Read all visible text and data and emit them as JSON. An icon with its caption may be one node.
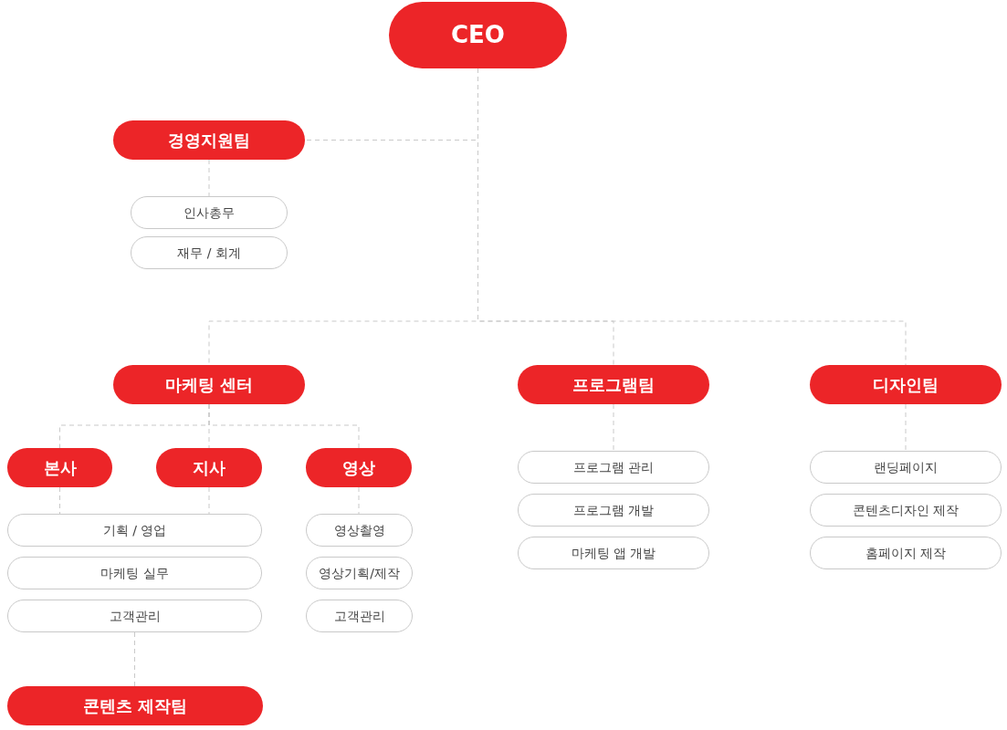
{
  "diagram": {
    "nodes": [
      {
        "text": [
          "CEO"
        ]
      },
      {
        "text": [
          "경영지원팀"
        ]
      },
      {
        "text": [
          "인사총무"
        ]
      },
      {
        "text": [
          "재무 / 회계"
        ]
      },
      {
        "text": [
          "마케팅 센터"
        ]
      },
      {
        "text": [
          "프로그램팀"
        ]
      },
      {
        "text": [
          "디자인팀"
        ]
      },
      {
        "text": [
          "본사"
        ]
      },
      {
        "text": [
          "지사"
        ]
      },
      {
        "text": [
          "영상"
        ]
      },
      {
        "text": [
          "기획 / 영업"
        ]
      },
      {
        "text": [
          "마케팅 실무"
        ]
      },
      {
        "text": [
          "고객관리"
        ]
      },
      {
        "text": [
          "영상촬영"
        ]
      },
      {
        "text": [
          "영상기획/제작"
        ]
      },
      {
        "text": [
          "고객관리"
        ]
      },
      {
        "text": [
          "프로그램 관리"
        ]
      },
      {
        "text": [
          "프로그램 개발"
        ]
      },
      {
        "text": [
          "마케팅 앱 개발"
        ]
      },
      {
        "text": [
          "랜딩페이지"
        ]
      },
      {
        "text": [
          "콘텐츠디자인 제작"
        ]
      },
      {
        "text": [
          "홈페이지 제작"
        ]
      },
      {
        "text": [
          "콘텐츠 제작팀"
        ]
      }
    ],
    "edges": [
      {
        "from": 0,
        "to": 1,
        "arrow": "none",
        "style": "dashed"
      },
      {
        "from": 0,
        "to": 4,
        "arrow": "none",
        "style": "dashed"
      },
      {
        "from": 0,
        "to": 5,
        "arrow": "none",
        "style": "dashed"
      },
      {
        "from": 0,
        "to": 6,
        "arrow": "none",
        "style": "dashed"
      },
      {
        "from": 1,
        "to": 2,
        "arrow": "none",
        "style": "dashed"
      },
      {
        "from": 4,
        "to": 7,
        "arrow": "none",
        "style": "dashed"
      },
      {
        "from": 4,
        "to": 8,
        "arrow": "none",
        "style": "dashed"
      },
      {
        "from": 4,
        "to": 9,
        "arrow": "none",
        "style": "dashed"
      },
      {
        "from": 7,
        "to": 10,
        "arrow": "none",
        "style": "dashed"
      },
      {
        "from": 8,
        "to": 10,
        "arrow": "none",
        "style": "dashed"
      },
      {
        "from": 9,
        "to": 13,
        "arrow": "none",
        "style": "dashed"
      },
      {
        "from": 12,
        "to": 22,
        "arrow": "none",
        "style": "dashed"
      },
      {
        "from": 5,
        "to": 16,
        "arrow": "none",
        "style": "dashed"
      },
      {
        "from": 6,
        "to": 19,
        "arrow": "none",
        "style": "dashed"
      }
    ]
  }
}
